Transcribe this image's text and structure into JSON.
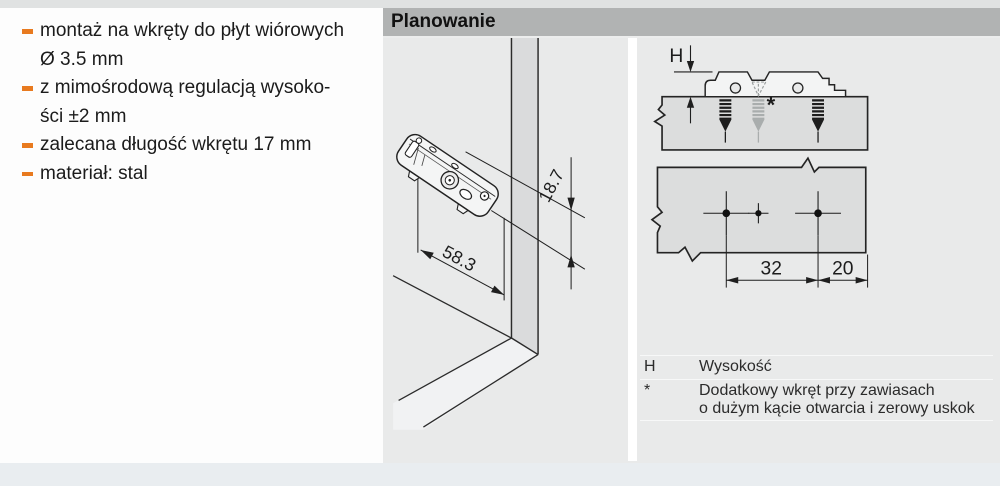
{
  "features": {
    "items": [
      {
        "line1": "montaż na wkręty do płyt wiórowych",
        "line2": "Ø 3.5 mm"
      },
      {
        "line1": "z mimośrodową regulacją wysoko-",
        "line2": "ści ±2 mm"
      },
      {
        "line1": "zalecana długość wkrętu 17 mm",
        "line2": ""
      },
      {
        "line1": "materiał: stal",
        "line2": ""
      }
    ]
  },
  "panel": {
    "title": "Planowanie"
  },
  "drawing_plate_3d": {
    "dim_length": "58.3",
    "dim_height": "18.7"
  },
  "drawing_side_view": {
    "h_label": "H",
    "asterisk_label": "*"
  },
  "drawing_drill_pattern": {
    "dim_spacing": "32",
    "dim_edge": "20"
  },
  "legend": {
    "rows": [
      {
        "key": "H",
        "line1": "Wysokość",
        "line2": ""
      },
      {
        "key": "*",
        "line1": "Dodatkowy wkręt przy zawiasach",
        "line2": "o dużym kącie otwarcia i zerowy uskok"
      }
    ]
  },
  "colors": {
    "accent_orange": "#e87a1f",
    "panel_header_gray": "#b1b3b3",
    "panel_background": "#e9eaea",
    "board_fill": "#dcdddd",
    "footer_strip": "#e9edf0",
    "line_dark": "#242424"
  }
}
